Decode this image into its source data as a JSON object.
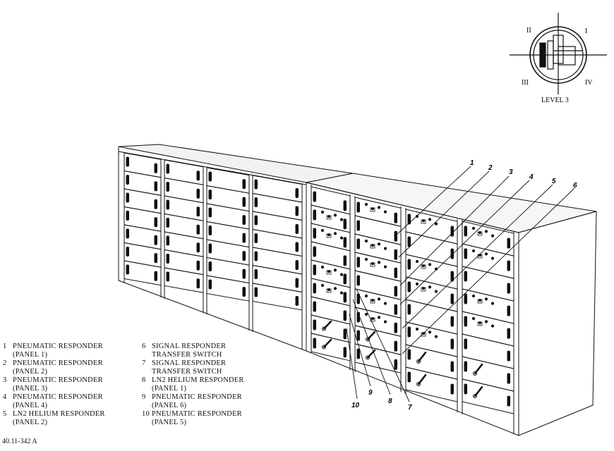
{
  "orientation": {
    "quadrants": [
      "I",
      "II",
      "III",
      "IV"
    ],
    "level_label": "LEVEL 3"
  },
  "callouts": [
    "1",
    "2",
    "3",
    "4",
    "5",
    "6",
    "7",
    "8",
    "9",
    "10"
  ],
  "legend": {
    "left": [
      {
        "num": "1",
        "line1": "PNEUMATIC RESPONDER",
        "line2": "(PANEL 1)"
      },
      {
        "num": "2",
        "line1": "PNEUMATIC RESPONDER",
        "line2": "(PANEL 2)"
      },
      {
        "num": "3",
        "line1": "PNEUMATIC RESPONDER",
        "line2": "(PANEL 3)"
      },
      {
        "num": "4",
        "line1": "PNEUMATIC RESPONDER",
        "line2": "(PANEL 4)"
      },
      {
        "num": "5",
        "line1": "LN2 HELIUM RESPONDER",
        "line2": "(PANEL 2)"
      }
    ],
    "right": [
      {
        "num": "6",
        "line1": "SIGNAL RESPONDER",
        "line2": "TRANSFER SWITCH"
      },
      {
        "num": "7",
        "line1": "SIGNAL RESPONDER",
        "line2": "TRANSFER SWITCH"
      },
      {
        "num": "8",
        "line1": "LN2 HELIUM RESPONDER",
        "line2": "(PANEL 1)"
      },
      {
        "num": "9",
        "line1": "PNEUMATIC RESPONDER",
        "line2": "(PANEL 6)"
      },
      {
        "num": "10",
        "line1": "PNEUMATIC RESPONDER",
        "line2": "(PANEL 5)"
      }
    ]
  },
  "figure_number": "40.11-342 A"
}
